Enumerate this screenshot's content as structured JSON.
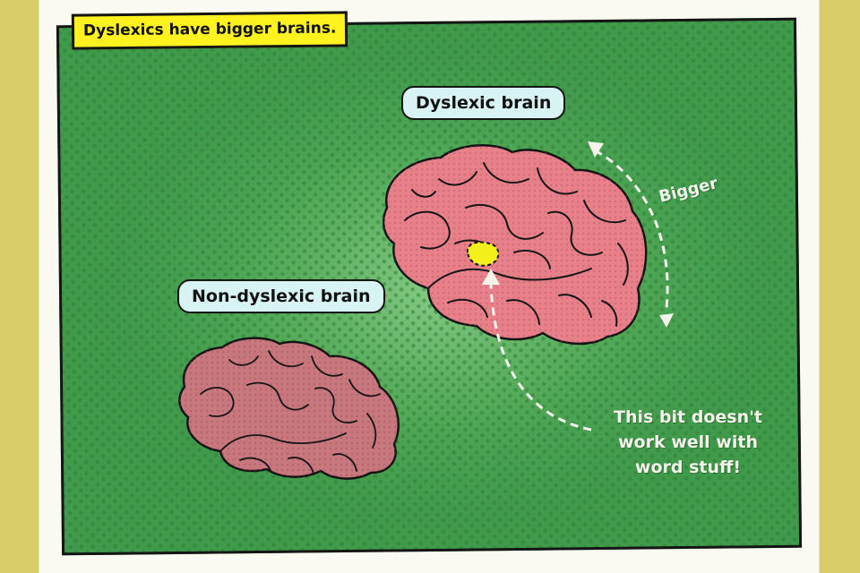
{
  "caption": "Dyslexics have bigger brains.",
  "labels": {
    "dyslexic_brain": "Dyslexic brain",
    "non_dyslexic_brain": "Non-dyslexic brain"
  },
  "annotations": {
    "bigger": "Bigger",
    "this_bit": [
      "This bit doesn't",
      "work well with",
      "word stuff!"
    ]
  },
  "colors": {
    "outer_background": "#d9cd6a",
    "panel_green": "#3f9a4a",
    "dyslexic_brain_fill": "#e8808a",
    "non_dyslexic_brain_fill": "#c8777e",
    "highlight_region": "#f3ef1a",
    "caption_box": "#fff21f",
    "label_bubble": "#d8f3f4",
    "annotation_text": "#f3f3ec"
  },
  "icons": {
    "dyslexic_brain": "large-brain-icon",
    "non_dyslexic_brain": "small-brain-icon",
    "size_arrow": "double-curved-arrow-icon",
    "pointer_arrow": "curved-arrow-icon"
  }
}
